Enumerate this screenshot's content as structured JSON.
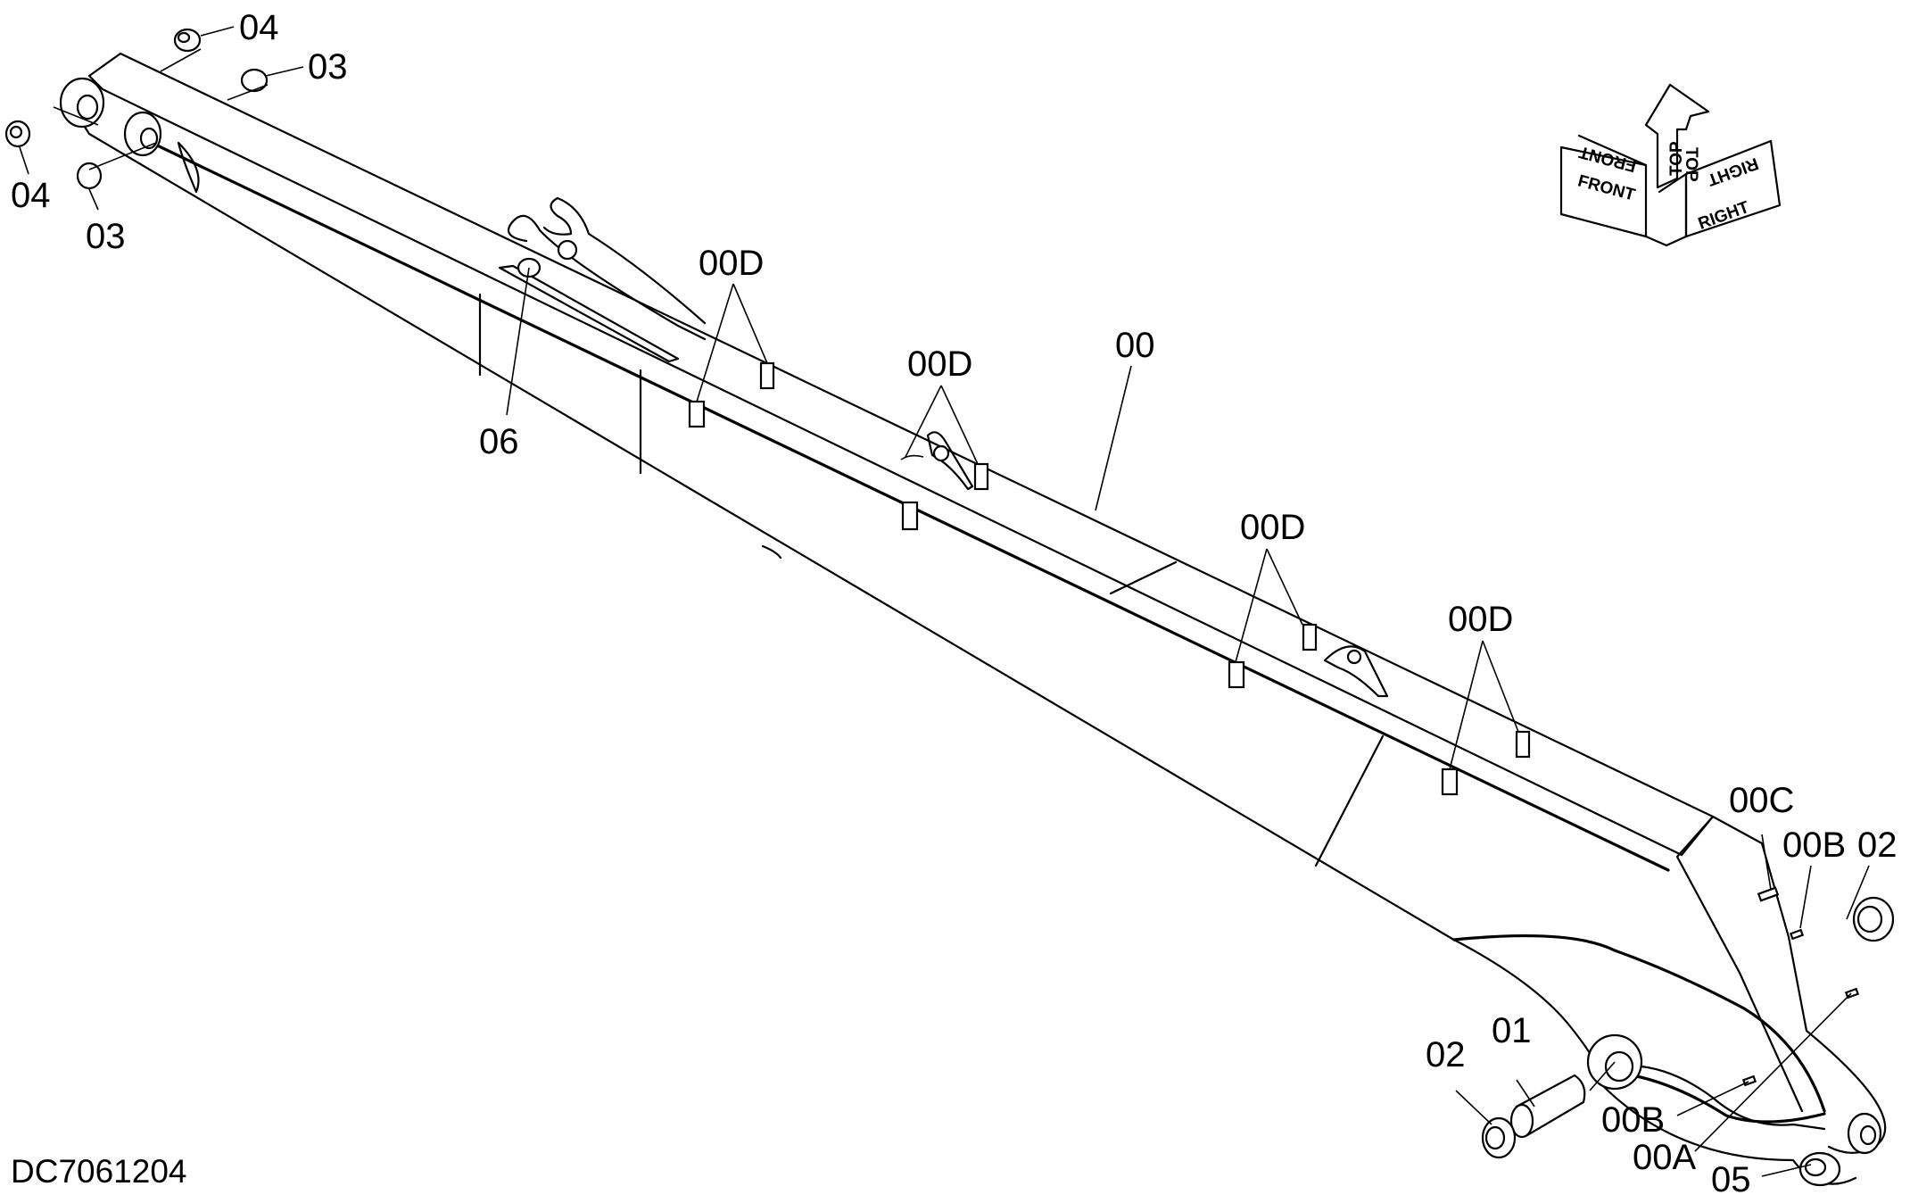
{
  "drawing_code": "DC7061204",
  "compass": {
    "front": "FRONT",
    "top": "TOP",
    "right": "RIGHT"
  },
  "labels": {
    "p00": "00",
    "p00a": "00A",
    "p00b": "00B",
    "p00c": "00C",
    "p00d": "00D",
    "p01": "01",
    "p02": "02",
    "p03": "03",
    "p04": "04",
    "p05": "05",
    "p06": "06"
  }
}
